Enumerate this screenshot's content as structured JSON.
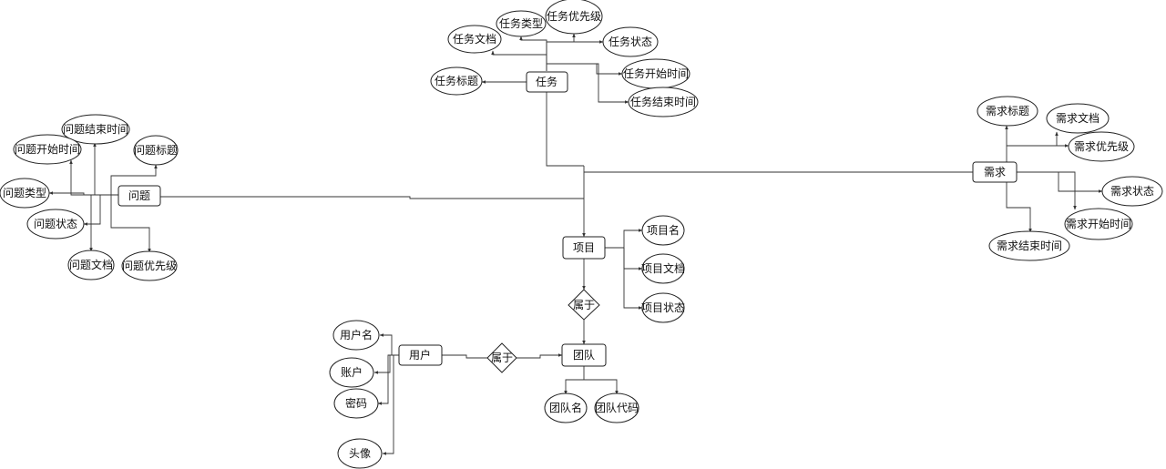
{
  "diagram": {
    "entities": {
      "task": "任务",
      "requirement": "需求",
      "issue": "问题",
      "project": "项目",
      "team": "团队",
      "user": "用户"
    },
    "relationships": {
      "project_team": "属于",
      "user_team": "属于"
    },
    "attributes": {
      "task_doc": "任务文档",
      "task_type": "任务类型",
      "task_priority": "任务优先级",
      "task_status": "任务状态",
      "task_title": "任务标题",
      "task_start": "任务开始时间",
      "task_end": "任务结束时间",
      "req_title": "需求标题",
      "req_doc": "需求文档",
      "req_priority": "需求优先级",
      "req_status": "需求状态",
      "req_start": "需求开始时间",
      "req_end": "需求结束时间",
      "issue_end": "问题结束时间",
      "issue_start": "问题开始时间",
      "issue_title": "问题标题",
      "issue_type": "问题类型",
      "issue_status": "问题状态",
      "issue_doc": "问题文档",
      "issue_priority": "问题优先级",
      "project_name": "项目名",
      "project_doc": "项目文档",
      "project_status": "项目状态",
      "team_name": "团队名",
      "team_code": "团队代码",
      "user_name": "用户名",
      "user_account": "账户",
      "user_password": "密码",
      "user_avatar": "头像"
    }
  }
}
